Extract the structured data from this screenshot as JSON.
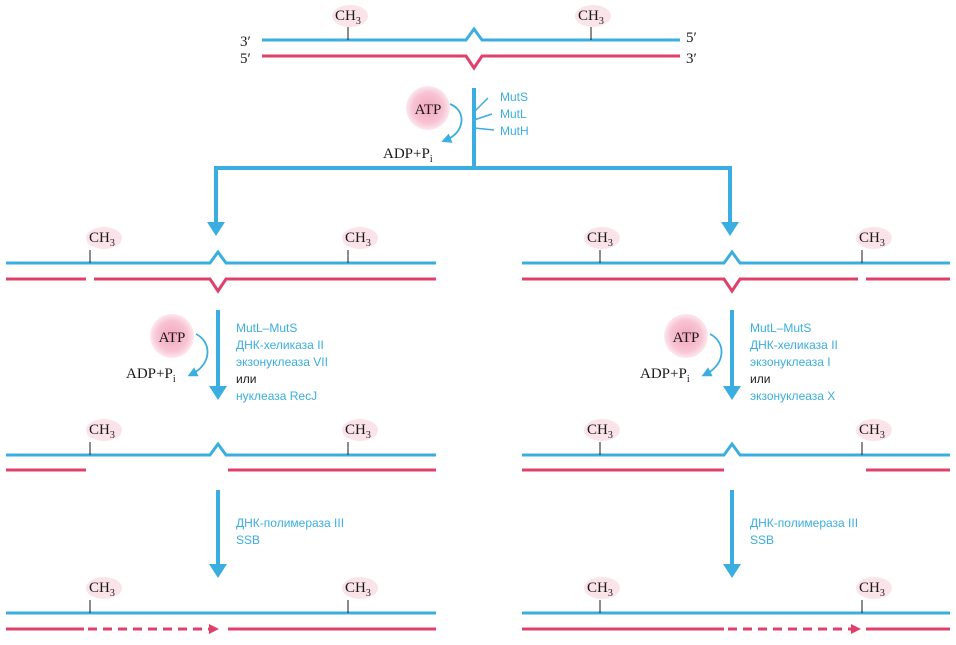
{
  "colors": {
    "blue": "#3aaee0",
    "red": "#e0406a",
    "atp_fill": "#f7c4d4",
    "methyl_bg": "#fbe3ea"
  },
  "methyl": {
    "base": "CH",
    "sub": "3"
  },
  "top": {
    "left_labels": [
      "3′",
      "5′"
    ],
    "right_labels": [
      "5′",
      "3′"
    ],
    "atp": "ATP",
    "adp": {
      "base": "ADP+P",
      "sub": "i"
    },
    "enzymes": [
      "MutS",
      "MutL",
      "MutH"
    ]
  },
  "left": {
    "step1_enzymes": [
      {
        "text": "MutL–MutS",
        "color": "blue"
      },
      {
        "text": "ДНК-хеликаза II",
        "color": "blue"
      },
      {
        "text": "экзонуклеаза VII",
        "color": "blue"
      },
      {
        "text": "или",
        "color": "black"
      },
      {
        "text": "нуклеаза RecJ",
        "color": "blue"
      }
    ],
    "step2_enzymes": [
      "ДНК-полимераза III",
      "SSB"
    ]
  },
  "right": {
    "step1_enzymes": [
      {
        "text": "MutL–MutS",
        "color": "blue"
      },
      {
        "text": "ДНК-хеликаза II",
        "color": "blue"
      },
      {
        "text": "экзонуклеаза I",
        "color": "blue"
      },
      {
        "text": "или",
        "color": "black"
      },
      {
        "text": "экзонуклеаза X",
        "color": "blue"
      }
    ],
    "step2_enzymes": [
      "ДНК-полимераза III",
      "SSB"
    ]
  }
}
